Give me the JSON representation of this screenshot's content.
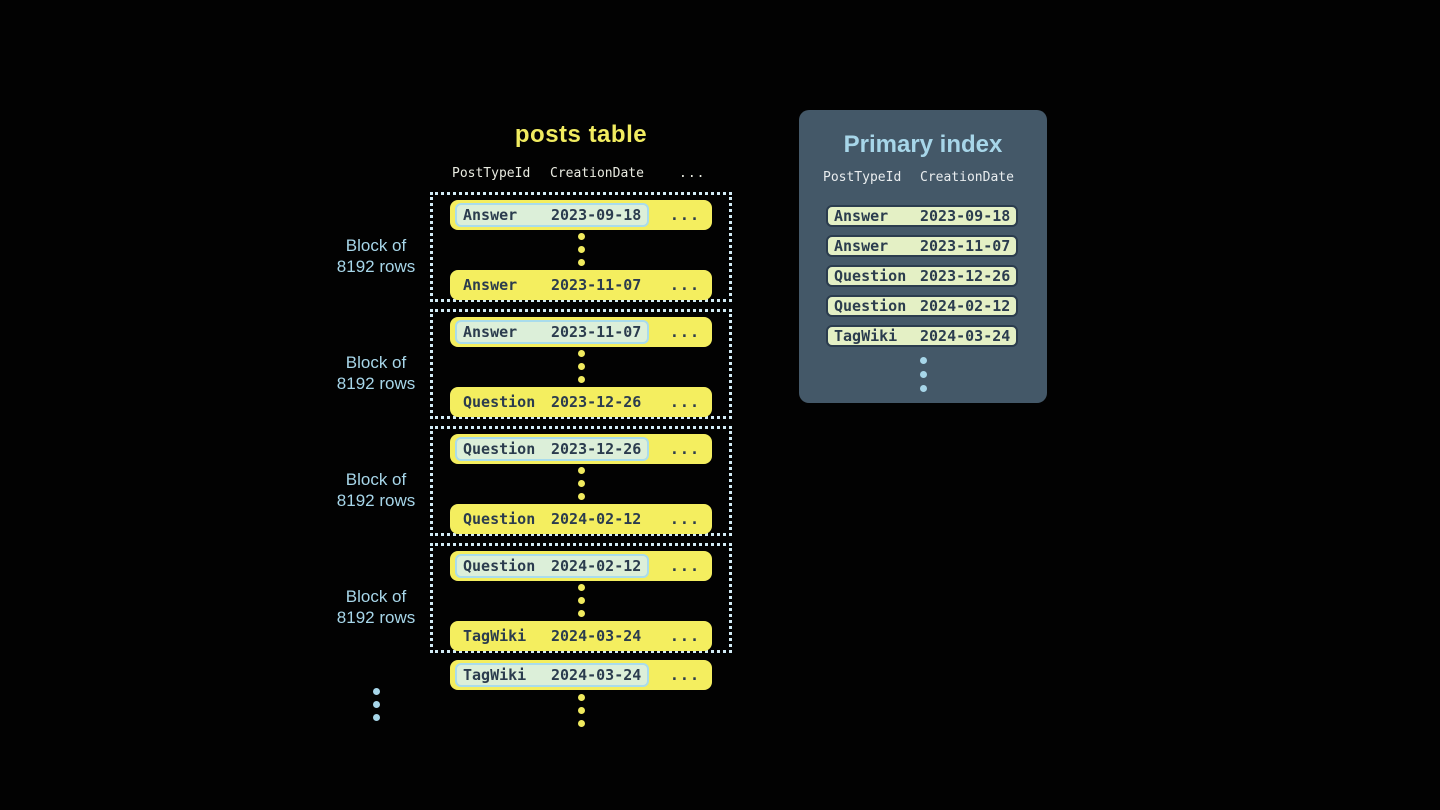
{
  "posts_table": {
    "title": "posts table",
    "columns": [
      "PostTypeId",
      "CreationDate",
      "..."
    ],
    "block_label_line1": "Block of",
    "block_label_line2": "8192 rows",
    "ellipsis": "...",
    "blocks": [
      {
        "first": {
          "type": "Answer",
          "date": "2023-09-18"
        },
        "last": {
          "type": "Answer",
          "date": "2023-11-07"
        }
      },
      {
        "first": {
          "type": "Answer",
          "date": "2023-11-07"
        },
        "last": {
          "type": "Question",
          "date": "2023-12-26"
        }
      },
      {
        "first": {
          "type": "Question",
          "date": "2023-12-26"
        },
        "last": {
          "type": "Question",
          "date": "2024-02-12"
        }
      },
      {
        "first": {
          "type": "Question",
          "date": "2024-02-12"
        },
        "last": {
          "type": "TagWiki",
          "date": "2024-03-24"
        }
      }
    ],
    "overflow_row": {
      "type": "TagWiki",
      "date": "2024-03-24"
    }
  },
  "primary_index": {
    "title": "Primary index",
    "columns": [
      "PostTypeId",
      "CreationDate"
    ],
    "rows": [
      {
        "type": "Answer",
        "date": "2023-09-18"
      },
      {
        "type": "Answer",
        "date": "2023-11-07"
      },
      {
        "type": "Question",
        "date": "2023-12-26"
      },
      {
        "type": "Question",
        "date": "2024-02-12"
      },
      {
        "type": "TagWiki",
        "date": "2024-03-24"
      }
    ]
  },
  "colors": {
    "background": "#020202",
    "row_yellow": "#f4ee5f",
    "highlight_fill": "#dcefd9",
    "highlight_border": "#a9dcec",
    "index_row_fill": "#e4f0c5",
    "dark_text": "#2b3c4e",
    "panel_fill": "#445868",
    "accent_blue": "#a7d6e9",
    "dotted_border": "#d2ebf5",
    "title_yellow": "#f1ec60",
    "header_text": "#e9ebe1"
  }
}
